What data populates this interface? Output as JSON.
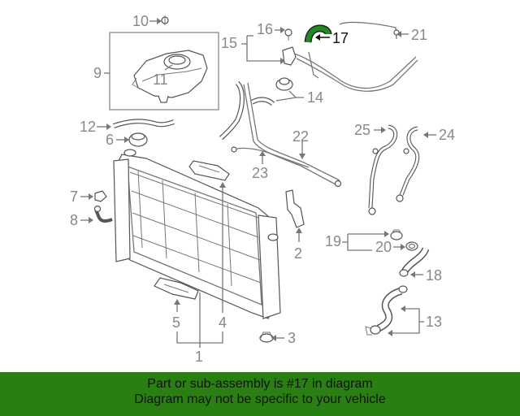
{
  "diagram": {
    "callouts": {
      "c1": "1",
      "c2": "2",
      "c3": "3",
      "c4": "4",
      "c5": "5",
      "c6": "6",
      "c7": "7",
      "c8": "8",
      "c9": "9",
      "c10": "10",
      "c11": "11",
      "c12": "12",
      "c13": "13",
      "c14": "14",
      "c15": "15",
      "c16": "16",
      "c17": "17",
      "c18": "18",
      "c19": "19",
      "c20": "20",
      "c21": "21",
      "c22": "22",
      "c23": "23",
      "c24": "24",
      "c25": "25"
    },
    "highlighted_part": "17",
    "highlight_color": "#1f8a1f",
    "line_color": "#777777"
  },
  "banner": {
    "line1": "Part or sub-assembly is #17 in diagram",
    "line2": "Diagram may not be specific to your vehicle",
    "bg_color": "#2a7f12"
  }
}
